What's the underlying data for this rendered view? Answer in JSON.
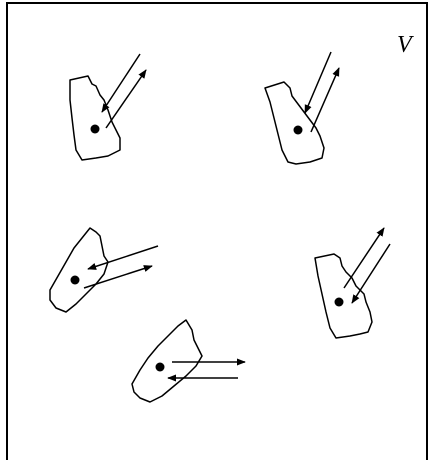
{
  "diagram": {
    "region_label": "V",
    "stroke_color": "#000000",
    "background_color": "#ffffff",
    "particles": [
      {
        "id": "particle-1",
        "arrow_directions": [
          "down-left",
          "up-right"
        ]
      },
      {
        "id": "particle-2",
        "arrow_directions": [
          "down-left",
          "up-right"
        ]
      },
      {
        "id": "particle-3",
        "arrow_directions": [
          "left",
          "right"
        ]
      },
      {
        "id": "particle-4",
        "arrow_directions": [
          "up-right",
          "down-left"
        ]
      },
      {
        "id": "particle-5",
        "arrow_directions": [
          "right",
          "left"
        ]
      }
    ]
  }
}
